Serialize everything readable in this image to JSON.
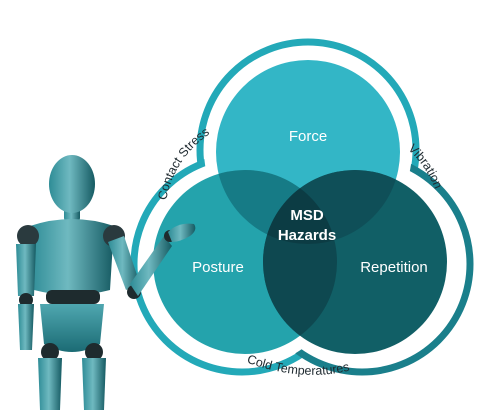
{
  "diagram": {
    "circles": {
      "top_label": "Force",
      "left_label": "Posture",
      "right_label": "Repetition",
      "center_line1": "MSD",
      "center_line2": "Hazards"
    },
    "outer_labels": {
      "contact_stress": "Contact Stress",
      "vibration": "Vibration",
      "cold_temperatures": "Cold Temperatures"
    },
    "figure": "wooden-mannequin-pointing",
    "colors": {
      "top_circle": "#33b6c6",
      "left_circle": "#24a3ac",
      "right_circle": "#115f66",
      "overlap_dark": "#0c3c44",
      "outline": "#23a9b8",
      "mannequin": "#1d6f79"
    }
  }
}
